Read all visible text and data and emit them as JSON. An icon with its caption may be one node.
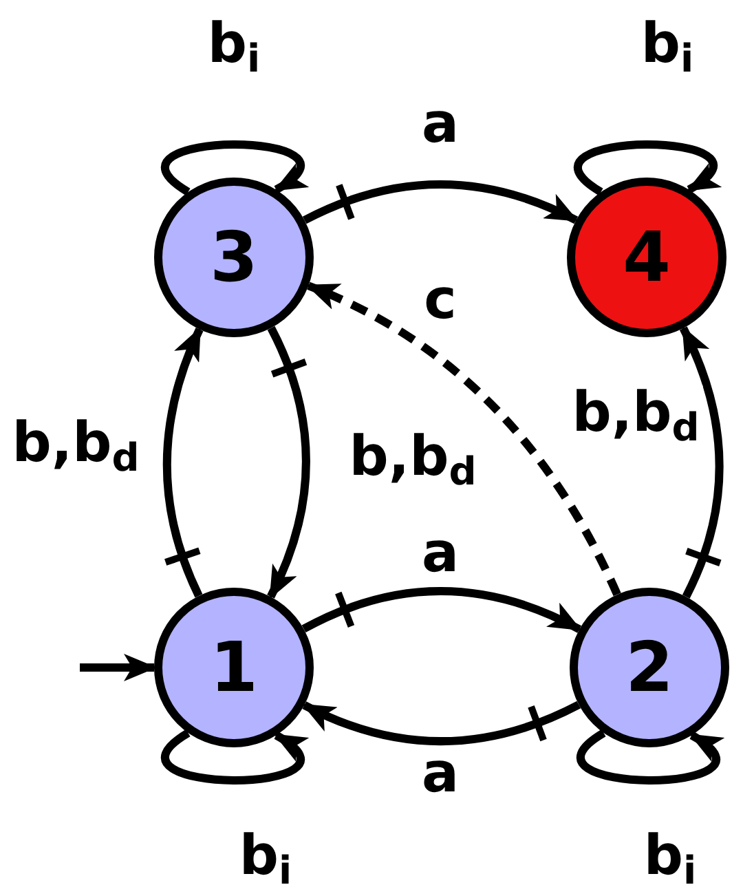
{
  "diagram": {
    "nodes": [
      {
        "text": [
          "3"
        ]
      },
      {
        "text": [
          "4"
        ]
      },
      {
        "text": [
          "1"
        ]
      },
      {
        "text": [
          "2"
        ]
      }
    ],
    "edges": [
      {
        "from": 0,
        "to": 0,
        "arrow": "to",
        "label": "b$_{i}$"
      },
      {
        "from": 1,
        "to": 1,
        "arrow": "to",
        "label": "b$_{i}$"
      },
      {
        "from": 0,
        "to": 1,
        "arrow": "to",
        "label": "a"
      },
      {
        "from": 3,
        "to": 0,
        "arrow": "to",
        "label": "c",
        "style": "dashed"
      },
      {
        "from": 2,
        "to": 0,
        "arrow": "to",
        "label": "b,b$_{d}$"
      },
      {
        "from": 0,
        "to": 2,
        "arrow": "to",
        "label": "b,b$_{d}$"
      },
      {
        "from": 3,
        "to": 1,
        "arrow": "to",
        "label": "b,b$_{d}$"
      },
      {
        "from": 2,
        "to": 3,
        "arrow": "to",
        "label": "a"
      },
      {
        "from": 3,
        "to": 2,
        "arrow": "to",
        "label": "a"
      },
      {
        "from": null,
        "to": 2,
        "arrow": "to"
      },
      {
        "from": 2,
        "to": 2,
        "arrow": "to",
        "label": "b$_{i}$"
      },
      {
        "from": 3,
        "to": 3,
        "arrow": "to",
        "label": "b$_{i}$"
      }
    ]
  }
}
